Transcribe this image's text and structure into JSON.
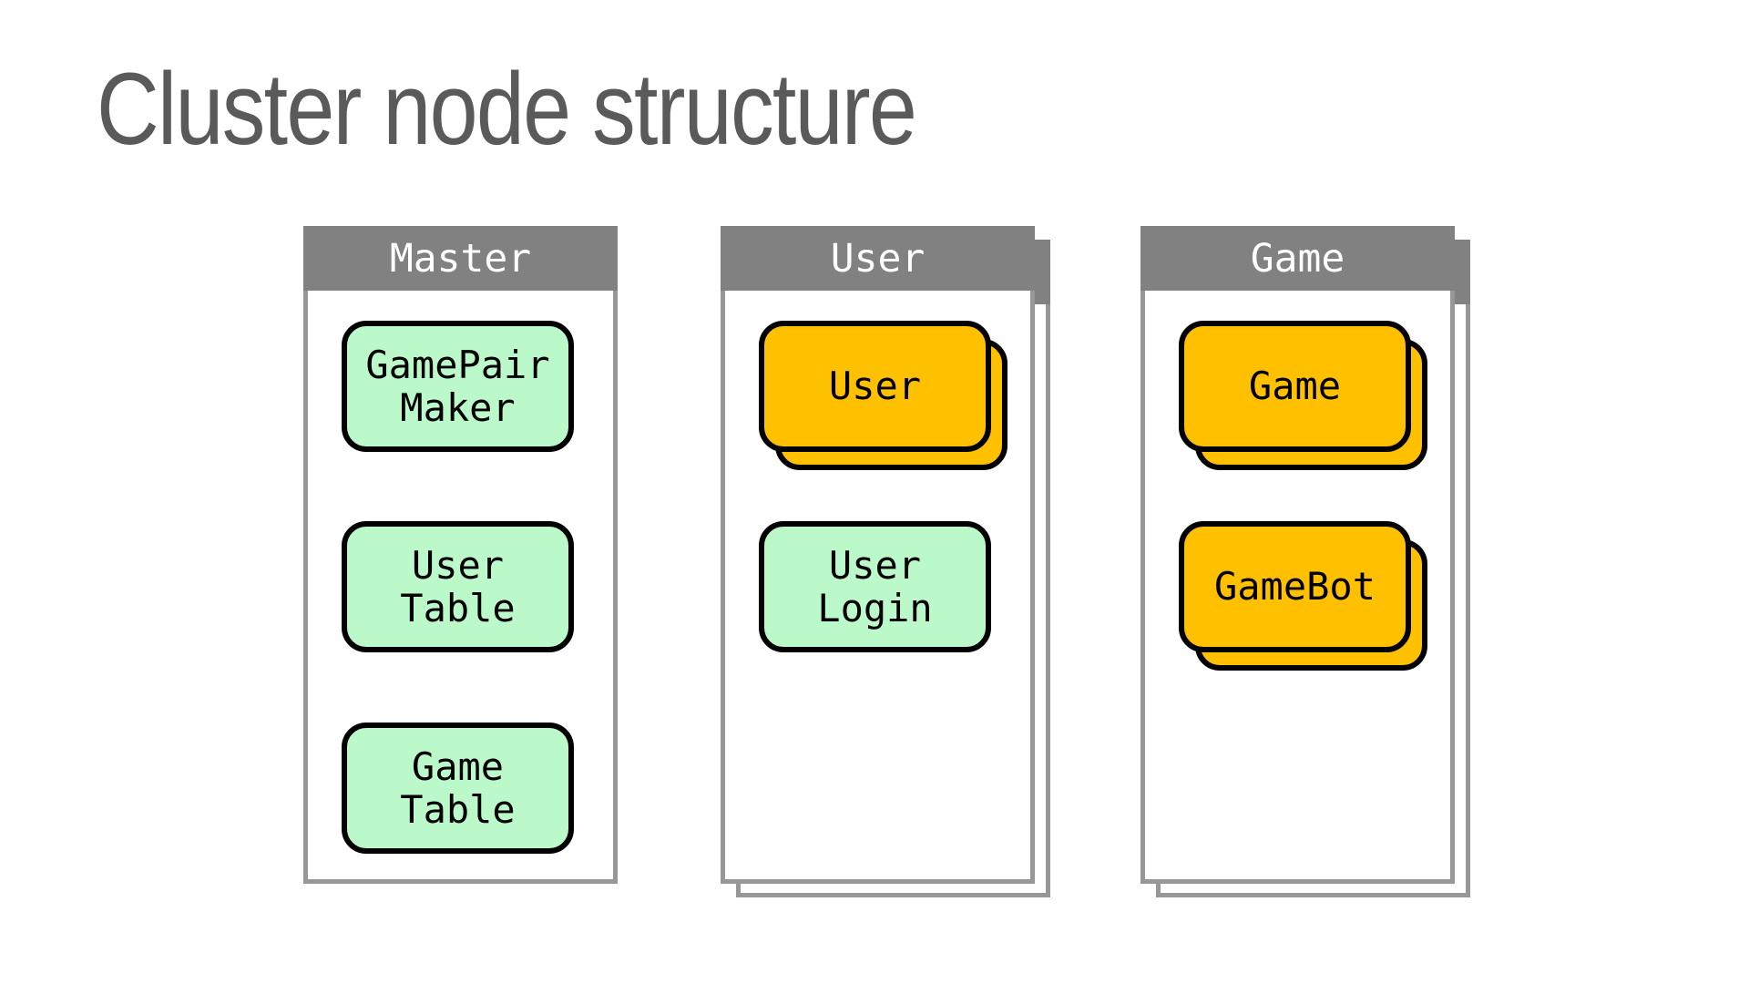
{
  "title": "Cluster node structure",
  "colors": {
    "title_text": "#5a5a5a",
    "panel_border": "#979797",
    "header_bg": "#818181",
    "header_text": "#ffffff",
    "box_border": "#000000",
    "green_fill": "#bcf9ca",
    "orange_fill": "#ffc000"
  },
  "columns": [
    {
      "name": "Master",
      "stacked": false,
      "boxes": [
        {
          "lines": [
            "GamePair",
            "Maker"
          ],
          "color": "green",
          "stacked": false
        },
        {
          "lines": [
            "User",
            "Table"
          ],
          "color": "green",
          "stacked": false
        },
        {
          "lines": [
            "Game",
            "Table"
          ],
          "color": "green",
          "stacked": false
        }
      ]
    },
    {
      "name": "User",
      "stacked": true,
      "boxes": [
        {
          "lines": [
            "User"
          ],
          "color": "orange",
          "stacked": true
        },
        {
          "lines": [
            "User",
            "Login"
          ],
          "color": "green",
          "stacked": false
        }
      ]
    },
    {
      "name": "Game",
      "stacked": true,
      "boxes": [
        {
          "lines": [
            "Game"
          ],
          "color": "orange",
          "stacked": true
        },
        {
          "lines": [
            "GameBot"
          ],
          "color": "orange",
          "stacked": true
        }
      ]
    }
  ]
}
